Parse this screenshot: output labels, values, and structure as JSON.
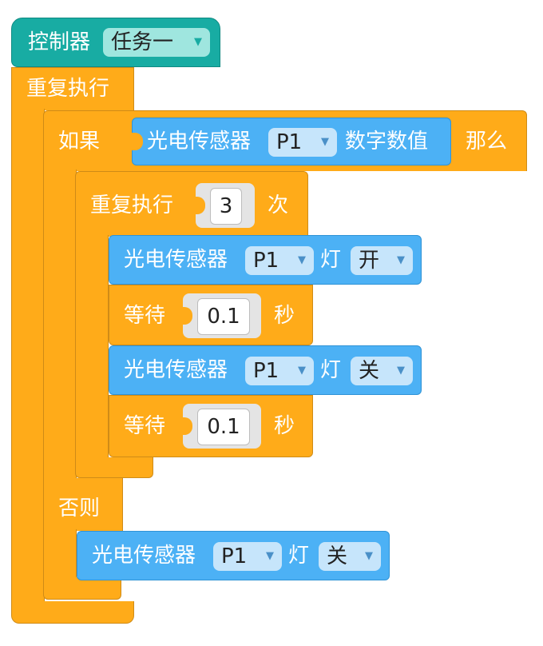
{
  "controller": {
    "label": "控制器",
    "task": "任务一"
  },
  "loop": {
    "label": "重复执行"
  },
  "if_block": {
    "if_label": "如果",
    "then_label": "那么",
    "else_label": "否则",
    "condition": {
      "sensor": "光电传感器",
      "port": "P1",
      "mode": "数字数值"
    }
  },
  "repeat": {
    "label": "重复执行",
    "count": "3",
    "unit": "次"
  },
  "steps": [
    {
      "sensor": "光电传感器",
      "port": "P1",
      "light_label": "灯",
      "state": "开"
    },
    {
      "wait_label": "等待",
      "seconds": "0.1",
      "unit": "秒"
    },
    {
      "sensor": "光电传感器",
      "port": "P1",
      "light_label": "灯",
      "state": "关"
    },
    {
      "wait_label": "等待",
      "seconds": "0.1",
      "unit": "秒"
    }
  ],
  "else_step": {
    "sensor": "光电传感器",
    "port": "P1",
    "light_label": "灯",
    "state": "关"
  },
  "colors": {
    "control": "#ffab19",
    "sensor": "#4cb1f5",
    "controller": "#18aca3"
  }
}
